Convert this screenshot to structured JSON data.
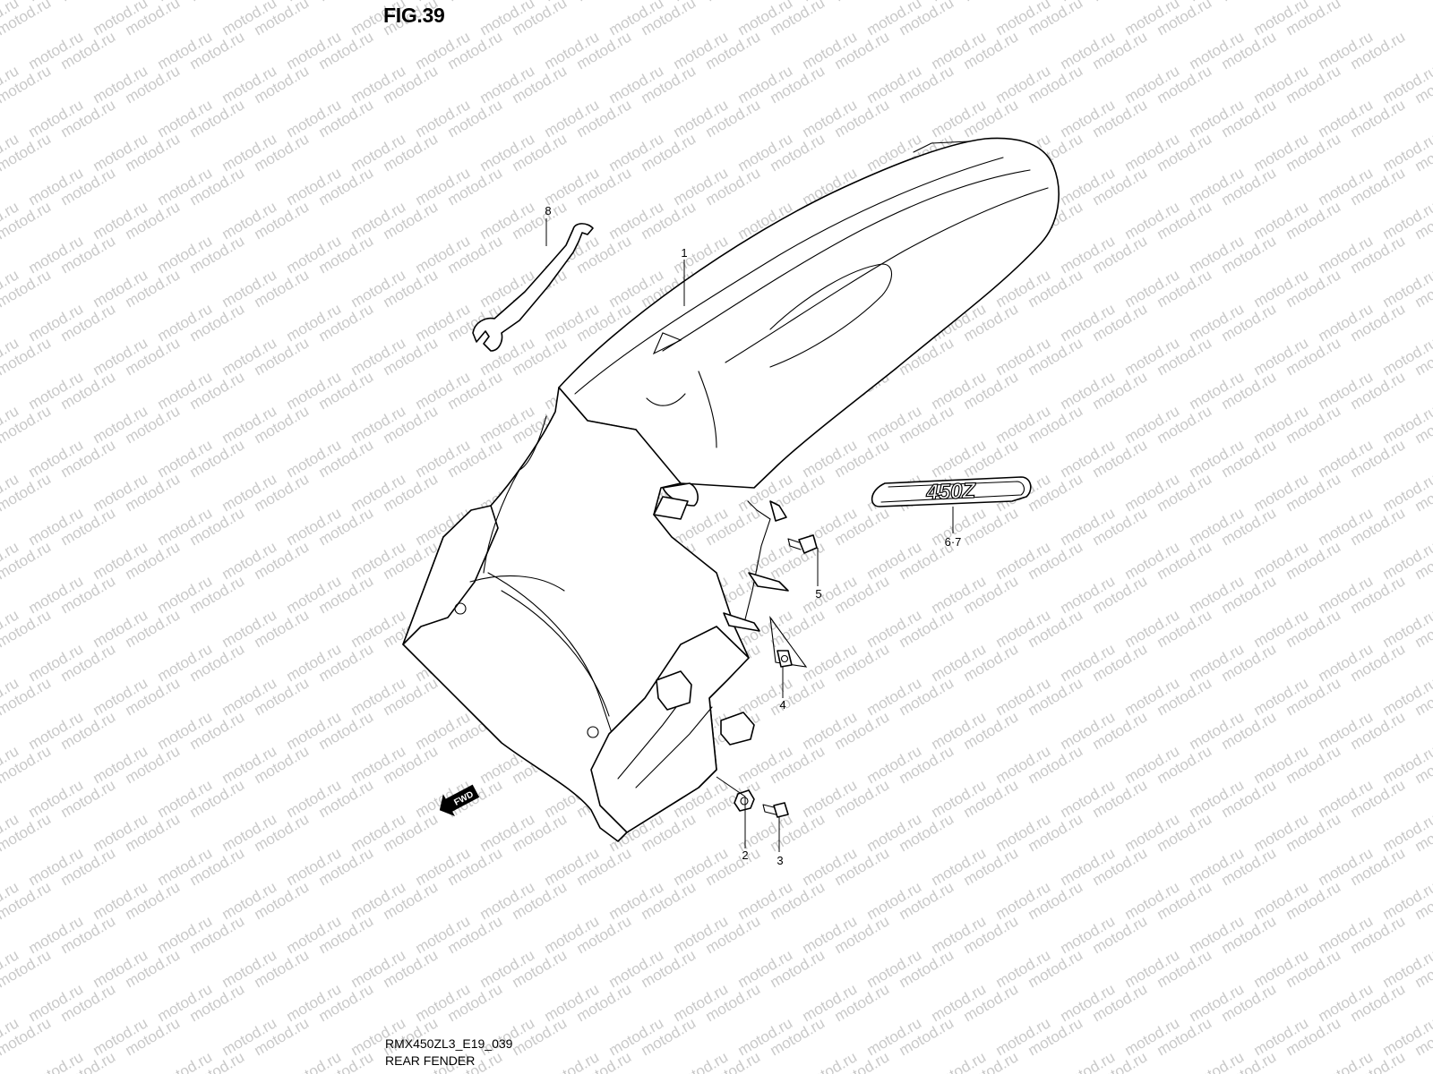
{
  "header": {
    "figure_title": "FIG.39"
  },
  "footer": {
    "drawing_code": "RMX450ZL3_E19_039",
    "section_name": "REAR FENDER"
  },
  "watermark": {
    "text": "motod.ru",
    "color": "#c9c9c9"
  },
  "fwd_arrow": {
    "label": "FWD"
  },
  "decal": {
    "text": "450Z"
  },
  "callouts": [
    {
      "id": "callout-1",
      "label": "1"
    },
    {
      "id": "callout-2",
      "label": "2"
    },
    {
      "id": "callout-3",
      "label": "3"
    },
    {
      "id": "callout-4",
      "label": "4"
    },
    {
      "id": "callout-5",
      "label": "5"
    },
    {
      "id": "callout-6-7",
      "label": "6·7"
    },
    {
      "id": "callout-8",
      "label": "8"
    }
  ]
}
